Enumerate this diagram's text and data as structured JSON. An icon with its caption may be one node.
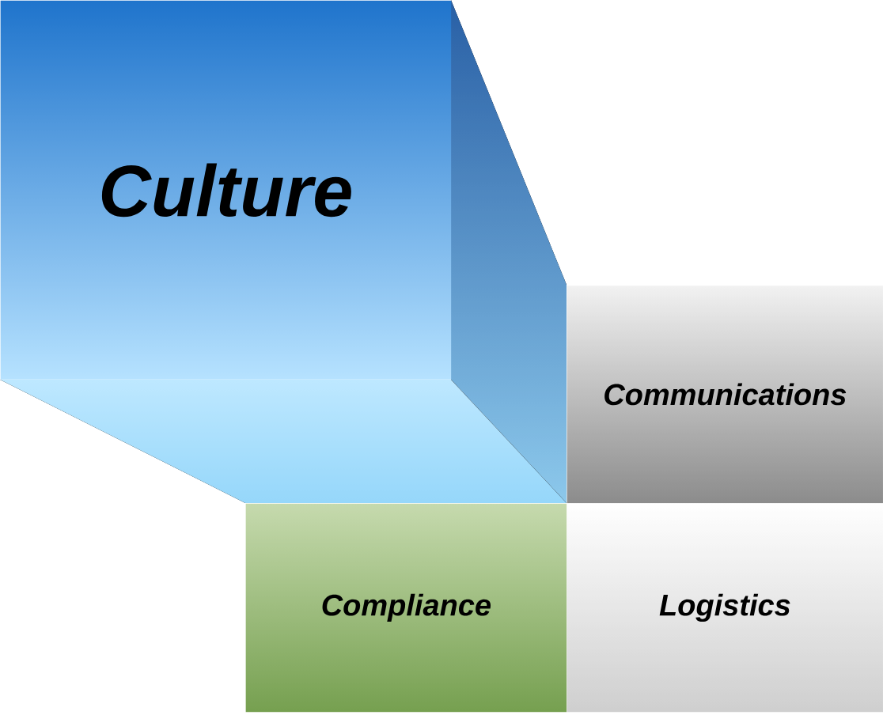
{
  "diagram": {
    "nodes": [
      {
        "text": [
          "Culture"
        ]
      },
      {
        "text": [
          "Communications"
        ]
      },
      {
        "text": [
          "Compliance"
        ]
      },
      {
        "text": [
          "Logistics"
        ]
      }
    ]
  }
}
